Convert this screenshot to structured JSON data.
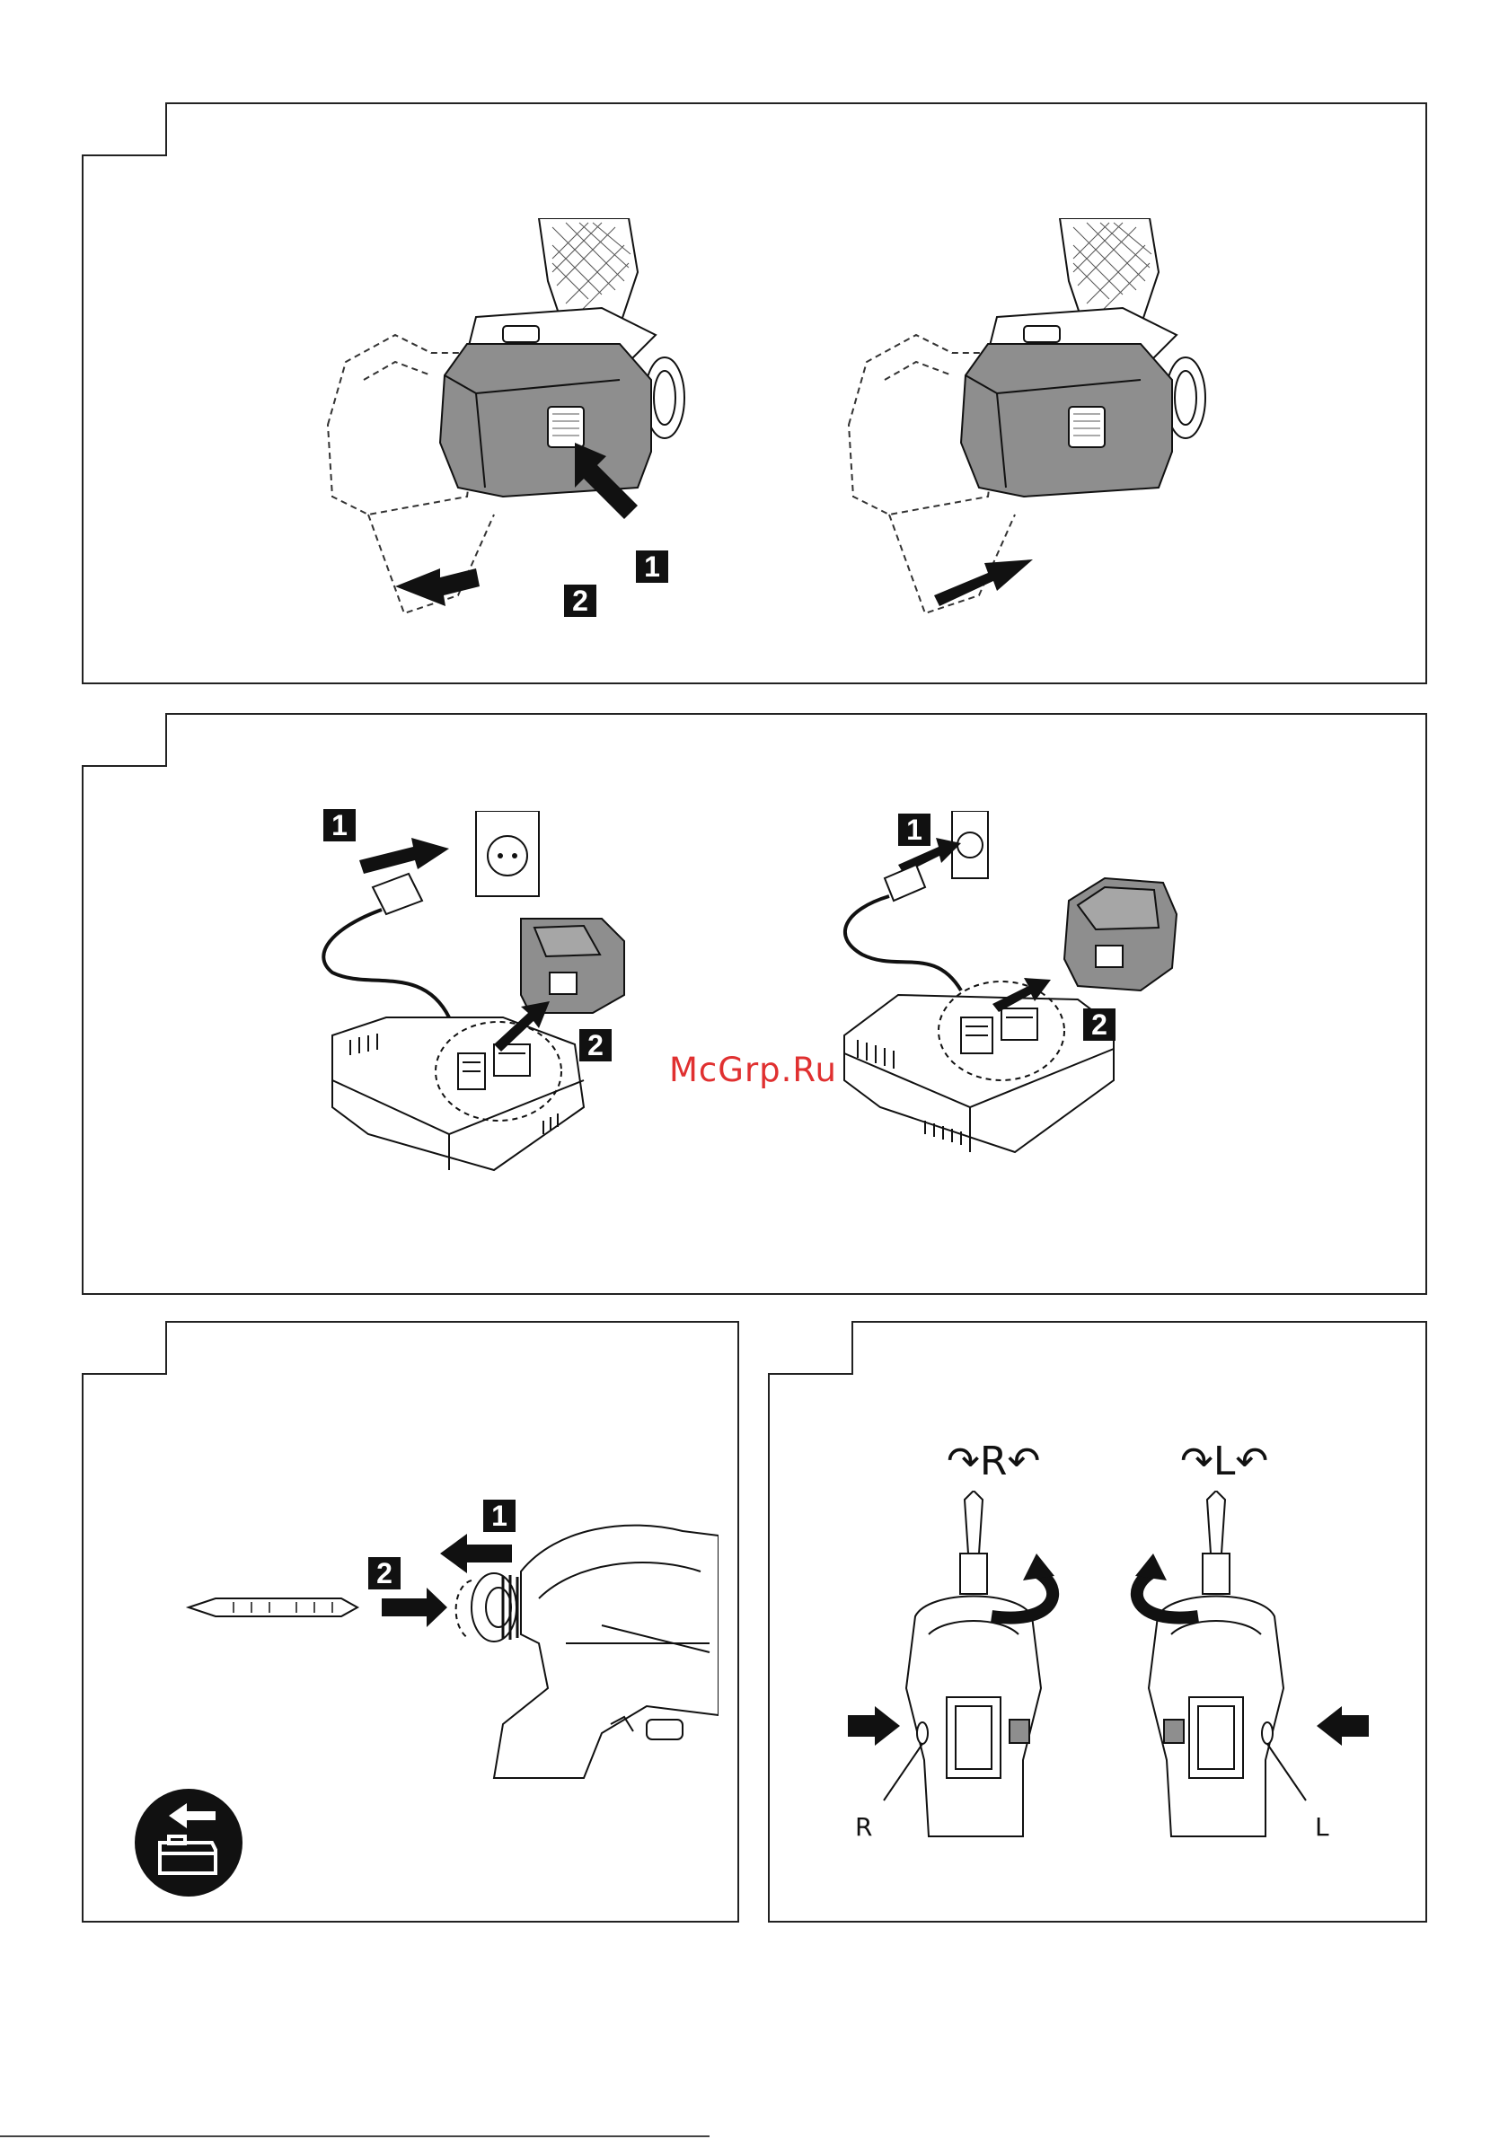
{
  "steps": {
    "panel1": {
      "remove_step1": "1",
      "remove_step2": "2"
    },
    "panel2": {
      "left_step1": "1",
      "left_step2": "2",
      "right_step1": "1",
      "right_step2": "2"
    },
    "panel3": {
      "step1": "1",
      "step2": "2"
    }
  },
  "watermark": "McGrp.Ru",
  "direction": {
    "right_top": "↷R↶",
    "left_top": "↷L↶",
    "right_small": "R",
    "left_small": "L"
  },
  "colors": {
    "battery_gray": "#8e8e8e",
    "frame": "#222222",
    "watermark": "#e03030"
  },
  "icons": [
    "arrow-left-icon",
    "battery-icon"
  ]
}
